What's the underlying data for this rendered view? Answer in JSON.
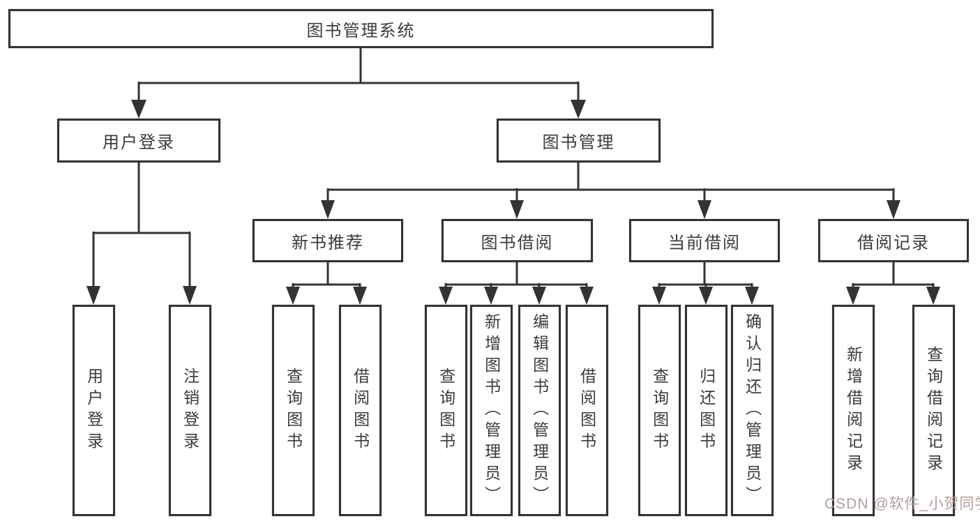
{
  "diagram_title": "图书管理系统",
  "tree": {
    "label": "图书管理系统",
    "children": [
      {
        "label": "用户登录",
        "children": [
          {
            "label": "用户登录"
          },
          {
            "label": "注销登录"
          }
        ]
      },
      {
        "label": "图书管理",
        "children": [
          {
            "label": "新书推荐",
            "children": [
              {
                "label": "查询图书"
              },
              {
                "label": "借阅图书"
              }
            ]
          },
          {
            "label": "图书借阅",
            "children": [
              {
                "label": "查询图书"
              },
              {
                "label": "新增图书（管理员）"
              },
              {
                "label": "编辑图书（管理员）"
              },
              {
                "label": "借阅图书"
              }
            ]
          },
          {
            "label": "当前借阅",
            "children": [
              {
                "label": "查询图书"
              },
              {
                "label": "归还图书"
              },
              {
                "label": "确认归还（管理员）"
              }
            ]
          },
          {
            "label": "借阅记录",
            "children": [
              {
                "label": "新增借阅记录"
              },
              {
                "label": "查询借阅记录"
              }
            ]
          }
        ]
      }
    ]
  },
  "watermark": {
    "text": "CSDN @软件_小贺同学",
    "color": "#b49c9c"
  },
  "colors": {
    "line": "#333333",
    "border": "#333333",
    "text": "#3b3b3b",
    "background": "#ffffff"
  }
}
